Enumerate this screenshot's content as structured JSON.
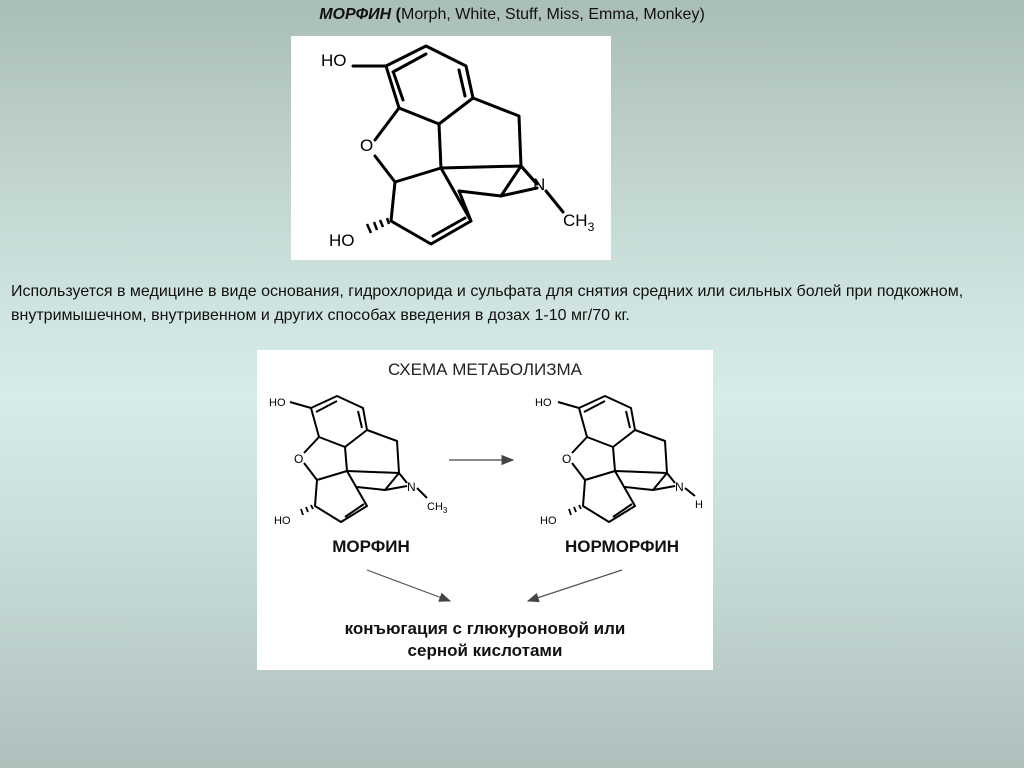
{
  "slide": {
    "title_name": "МОРФИН",
    "title_paren_open": "(",
    "title_rest": "Morph, White, Stuff, Miss, Emma, Monkey)",
    "description": "Используется в медицине в виде основания, гидрохлорида и сульфата для снятия средних или сильных болей при подкожном, внутримышечном, внутривенном и других способах введения в дозах 1-10 мг/70 кг."
  },
  "structure": {
    "ho_top": "HO",
    "o_ring": "O",
    "n_atom": "N",
    "ch3_base": "CH",
    "ch3_sub": "3",
    "ho_bottom": "HO"
  },
  "scheme": {
    "title": "СХЕМА МЕТАБОЛИЗМА",
    "left_ho_top": "HO",
    "left_o": "O",
    "left_n": "N",
    "left_ch3_base": "CH",
    "left_ch3_sub": "3",
    "left_ho_bottom": "HO",
    "right_ho_top": "HO",
    "right_o": "O",
    "right_n": "N",
    "right_h": "H",
    "right_ho_bottom": "HO",
    "label_left": "МОРФИН",
    "label_right": "НОРМОРФИН",
    "conj_line1": "конъюгация с глюкуроновой или",
    "conj_line2": "серной кислотами"
  }
}
